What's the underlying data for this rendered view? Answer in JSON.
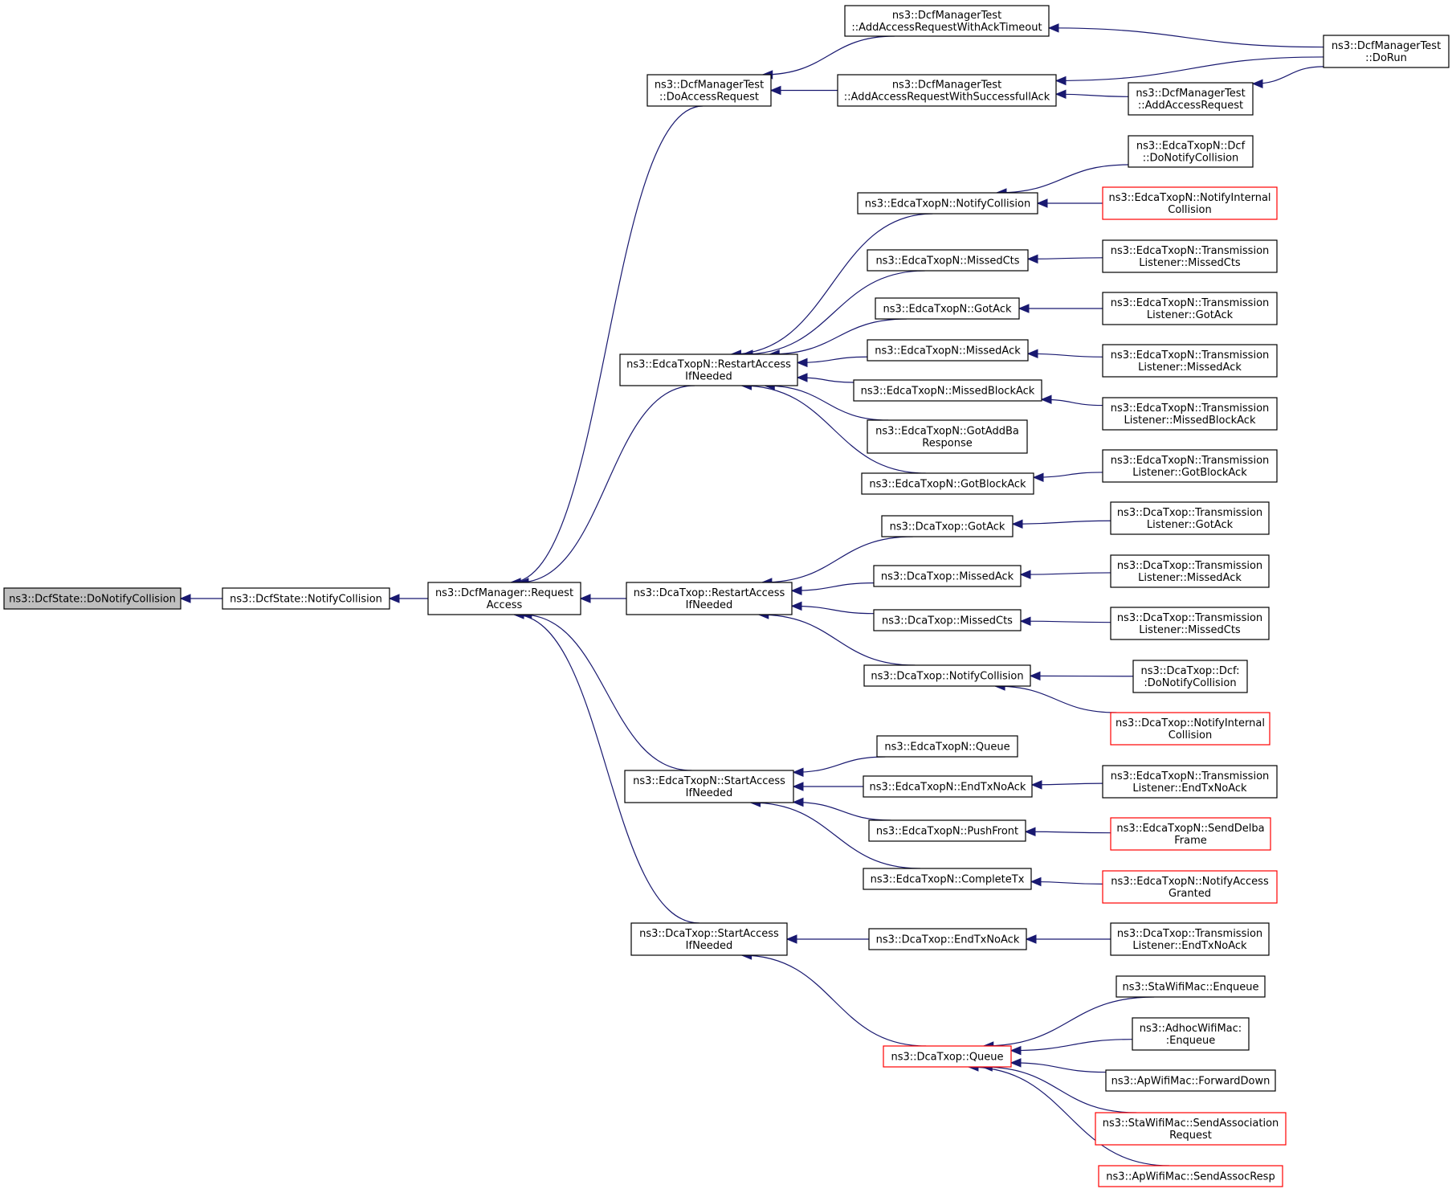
{
  "graph": {
    "nodes": [
      {
        "id": "root",
        "lines": [
          "ns3::DcfState::DoNotifyCollision"
        ],
        "style": "root"
      },
      {
        "id": "notifyCollision",
        "lines": [
          "ns3::DcfState::NotifyCollision"
        ],
        "style": "normal"
      },
      {
        "id": "requestAccess",
        "lines": [
          "ns3::DcfManager::Request",
          "Access"
        ],
        "style": "normal"
      },
      {
        "id": "doAccessRequest",
        "lines": [
          "ns3::DcfManagerTest",
          "::DoAccessRequest"
        ],
        "style": "normal"
      },
      {
        "id": "addAckTimeout",
        "lines": [
          "ns3::DcfManagerTest",
          "::AddAccessRequestWithAckTimeout"
        ],
        "style": "normal"
      },
      {
        "id": "addSuccessfullAck",
        "lines": [
          "ns3::DcfManagerTest",
          "::AddAccessRequestWithSuccessfullAck"
        ],
        "style": "normal"
      },
      {
        "id": "addAccessRequest",
        "lines": [
          "ns3::DcfManagerTest",
          "::AddAccessRequest"
        ],
        "style": "normal"
      },
      {
        "id": "doRun",
        "lines": [
          "ns3::DcfManagerTest",
          "::DoRun"
        ],
        "style": "normal"
      },
      {
        "id": "edcaRestart",
        "lines": [
          "ns3::EdcaTxopN::RestartAccess",
          "IfNeeded"
        ],
        "style": "normal"
      },
      {
        "id": "edcaNotifyCollision",
        "lines": [
          "ns3::EdcaTxopN::NotifyCollision"
        ],
        "style": "normal"
      },
      {
        "id": "edcaDcfDoNotify",
        "lines": [
          "ns3::EdcaTxopN::Dcf",
          "::DoNotifyCollision"
        ],
        "style": "normal"
      },
      {
        "id": "edcaNotifyInternal",
        "lines": [
          "ns3::EdcaTxopN::NotifyInternal",
          "Collision"
        ],
        "style": "red"
      },
      {
        "id": "edcaMissedCts",
        "lines": [
          "ns3::EdcaTxopN::MissedCts"
        ],
        "style": "normal"
      },
      {
        "id": "edcaTLMissedCts",
        "lines": [
          "ns3::EdcaTxopN::Transmission",
          "Listener::MissedCts"
        ],
        "style": "normal"
      },
      {
        "id": "edcaGotAck",
        "lines": [
          "ns3::EdcaTxopN::GotAck"
        ],
        "style": "normal"
      },
      {
        "id": "edcaTLGotAck",
        "lines": [
          "ns3::EdcaTxopN::Transmission",
          "Listener::GotAck"
        ],
        "style": "normal"
      },
      {
        "id": "edcaMissedAck",
        "lines": [
          "ns3::EdcaTxopN::MissedAck"
        ],
        "style": "normal"
      },
      {
        "id": "edcaTLMissedAck",
        "lines": [
          "ns3::EdcaTxopN::Transmission",
          "Listener::MissedAck"
        ],
        "style": "normal"
      },
      {
        "id": "edcaMissedBlockAck",
        "lines": [
          "ns3::EdcaTxopN::MissedBlockAck"
        ],
        "style": "normal"
      },
      {
        "id": "edcaTLMissedBlockAck",
        "lines": [
          "ns3::EdcaTxopN::Transmission",
          "Listener::MissedBlockAck"
        ],
        "style": "normal"
      },
      {
        "id": "edcaGotAddBa",
        "lines": [
          "ns3::EdcaTxopN::GotAddBa",
          "Response"
        ],
        "style": "normal"
      },
      {
        "id": "edcaGotBlockAck",
        "lines": [
          "ns3::EdcaTxopN::GotBlockAck"
        ],
        "style": "normal"
      },
      {
        "id": "edcaTLGotBlockAck",
        "lines": [
          "ns3::EdcaTxopN::Transmission",
          "Listener::GotBlockAck"
        ],
        "style": "normal"
      },
      {
        "id": "dcaRestart",
        "lines": [
          "ns3::DcaTxop::RestartAccess",
          "IfNeeded"
        ],
        "style": "normal"
      },
      {
        "id": "dcaGotAck",
        "lines": [
          "ns3::DcaTxop::GotAck"
        ],
        "style": "normal"
      },
      {
        "id": "dcaTLGotAck",
        "lines": [
          "ns3::DcaTxop::Transmission",
          "Listener::GotAck"
        ],
        "style": "normal"
      },
      {
        "id": "dcaMissedAck",
        "lines": [
          "ns3::DcaTxop::MissedAck"
        ],
        "style": "normal"
      },
      {
        "id": "dcaTLMissedAck",
        "lines": [
          "ns3::DcaTxop::Transmission",
          "Listener::MissedAck"
        ],
        "style": "normal"
      },
      {
        "id": "dcaMissedCts",
        "lines": [
          "ns3::DcaTxop::MissedCts"
        ],
        "style": "normal"
      },
      {
        "id": "dcaTLMissedCts",
        "lines": [
          "ns3::DcaTxop::Transmission",
          "Listener::MissedCts"
        ],
        "style": "normal"
      },
      {
        "id": "dcaNotifyCollision",
        "lines": [
          "ns3::DcaTxop::NotifyCollision"
        ],
        "style": "normal"
      },
      {
        "id": "dcaDcfDoNotify",
        "lines": [
          "ns3::DcaTxop::Dcf:",
          ":DoNotifyCollision"
        ],
        "style": "normal"
      },
      {
        "id": "dcaNotifyInternal",
        "lines": [
          "ns3::DcaTxop::NotifyInternal",
          "Collision"
        ],
        "style": "red"
      },
      {
        "id": "edcaStart",
        "lines": [
          "ns3::EdcaTxopN::StartAccess",
          "IfNeeded"
        ],
        "style": "normal"
      },
      {
        "id": "edcaQueue",
        "lines": [
          "ns3::EdcaTxopN::Queue"
        ],
        "style": "normal"
      },
      {
        "id": "edcaEndTxNoAck",
        "lines": [
          "ns3::EdcaTxopN::EndTxNoAck"
        ],
        "style": "normal"
      },
      {
        "id": "edcaTLEndTxNoAck",
        "lines": [
          "ns3::EdcaTxopN::Transmission",
          "Listener::EndTxNoAck"
        ],
        "style": "normal"
      },
      {
        "id": "edcaPushFront",
        "lines": [
          "ns3::EdcaTxopN::PushFront"
        ],
        "style": "normal"
      },
      {
        "id": "edcaSendDelba",
        "lines": [
          "ns3::EdcaTxopN::SendDelba",
          "Frame"
        ],
        "style": "red"
      },
      {
        "id": "edcaCompleteTx",
        "lines": [
          "ns3::EdcaTxopN::CompleteTx"
        ],
        "style": "normal"
      },
      {
        "id": "edcaNotifyAccess",
        "lines": [
          "ns3::EdcaTxopN::NotifyAccess",
          "Granted"
        ],
        "style": "red"
      },
      {
        "id": "dcaStart",
        "lines": [
          "ns3::DcaTxop::StartAccess",
          "IfNeeded"
        ],
        "style": "normal"
      },
      {
        "id": "dcaEndTxNoAck",
        "lines": [
          "ns3::DcaTxop::EndTxNoAck"
        ],
        "style": "normal"
      },
      {
        "id": "dcaTLEndTxNoAck",
        "lines": [
          "ns3::DcaTxop::Transmission",
          "Listener::EndTxNoAck"
        ],
        "style": "normal"
      },
      {
        "id": "dcaQueue",
        "lines": [
          "ns3::DcaTxop::Queue"
        ],
        "style": "red"
      },
      {
        "id": "staEnqueue",
        "lines": [
          "ns3::StaWifiMac::Enqueue"
        ],
        "style": "normal"
      },
      {
        "id": "adhocEnqueue",
        "lines": [
          "ns3::AdhocWifiMac:",
          ":Enqueue"
        ],
        "style": "normal"
      },
      {
        "id": "apForwardDown",
        "lines": [
          "ns3::ApWifiMac::ForwardDown"
        ],
        "style": "normal"
      },
      {
        "id": "staSendAssoc",
        "lines": [
          "ns3::StaWifiMac::SendAssociation",
          "Request"
        ],
        "style": "red"
      },
      {
        "id": "apSendAssocResp",
        "lines": [
          "ns3::ApWifiMac::SendAssocResp"
        ],
        "style": "red"
      }
    ],
    "edges": [
      {
        "from": "notifyCollision",
        "to": "root"
      },
      {
        "from": "requestAccess",
        "to": "notifyCollision"
      },
      {
        "from": "doAccessRequest",
        "to": "requestAccess"
      },
      {
        "from": "edcaRestart",
        "to": "requestAccess"
      },
      {
        "from": "dcaRestart",
        "to": "requestAccess"
      },
      {
        "from": "edcaStart",
        "to": "requestAccess"
      },
      {
        "from": "dcaStart",
        "to": "requestAccess"
      },
      {
        "from": "addAckTimeout",
        "to": "doAccessRequest"
      },
      {
        "from": "addSuccessfullAck",
        "to": "doAccessRequest"
      },
      {
        "from": "doRun",
        "to": "addAckTimeout"
      },
      {
        "from": "doRun",
        "to": "addSuccessfullAck"
      },
      {
        "from": "addAccessRequest",
        "to": "addSuccessfullAck"
      },
      {
        "from": "doRun",
        "to": "addAccessRequest"
      },
      {
        "from": "edcaNotifyCollision",
        "to": "edcaRestart"
      },
      {
        "from": "edcaMissedCts",
        "to": "edcaRestart"
      },
      {
        "from": "edcaGotAck",
        "to": "edcaRestart"
      },
      {
        "from": "edcaMissedAck",
        "to": "edcaRestart"
      },
      {
        "from": "edcaMissedBlockAck",
        "to": "edcaRestart"
      },
      {
        "from": "edcaGotAddBa",
        "to": "edcaRestart"
      },
      {
        "from": "edcaGotBlockAck",
        "to": "edcaRestart"
      },
      {
        "from": "edcaDcfDoNotify",
        "to": "edcaNotifyCollision"
      },
      {
        "from": "edcaNotifyInternal",
        "to": "edcaNotifyCollision"
      },
      {
        "from": "edcaTLMissedCts",
        "to": "edcaMissedCts"
      },
      {
        "from": "edcaTLGotAck",
        "to": "edcaGotAck"
      },
      {
        "from": "edcaTLMissedAck",
        "to": "edcaMissedAck"
      },
      {
        "from": "edcaTLMissedBlockAck",
        "to": "edcaMissedBlockAck"
      },
      {
        "from": "edcaTLGotBlockAck",
        "to": "edcaGotBlockAck"
      },
      {
        "from": "dcaGotAck",
        "to": "dcaRestart"
      },
      {
        "from": "dcaMissedAck",
        "to": "dcaRestart"
      },
      {
        "from": "dcaMissedCts",
        "to": "dcaRestart"
      },
      {
        "from": "dcaNotifyCollision",
        "to": "dcaRestart"
      },
      {
        "from": "dcaTLGotAck",
        "to": "dcaGotAck"
      },
      {
        "from": "dcaTLMissedAck",
        "to": "dcaMissedAck"
      },
      {
        "from": "dcaTLMissedCts",
        "to": "dcaMissedCts"
      },
      {
        "from": "dcaDcfDoNotify",
        "to": "dcaNotifyCollision"
      },
      {
        "from": "dcaNotifyInternal",
        "to": "dcaNotifyCollision"
      },
      {
        "from": "edcaQueue",
        "to": "edcaStart"
      },
      {
        "from": "edcaEndTxNoAck",
        "to": "edcaStart"
      },
      {
        "from": "edcaPushFront",
        "to": "edcaStart"
      },
      {
        "from": "edcaCompleteTx",
        "to": "edcaStart"
      },
      {
        "from": "edcaTLEndTxNoAck",
        "to": "edcaEndTxNoAck"
      },
      {
        "from": "edcaSendDelba",
        "to": "edcaPushFront"
      },
      {
        "from": "edcaNotifyAccess",
        "to": "edcaCompleteTx"
      },
      {
        "from": "dcaEndTxNoAck",
        "to": "dcaStart"
      },
      {
        "from": "dcaQueue",
        "to": "dcaStart"
      },
      {
        "from": "dcaTLEndTxNoAck",
        "to": "dcaEndTxNoAck"
      },
      {
        "from": "staEnqueue",
        "to": "dcaQueue"
      },
      {
        "from": "adhocEnqueue",
        "to": "dcaQueue"
      },
      {
        "from": "apForwardDown",
        "to": "dcaQueue"
      },
      {
        "from": "staSendAssoc",
        "to": "dcaQueue"
      },
      {
        "from": "apSendAssocResp",
        "to": "dcaQueue"
      }
    ]
  },
  "colors": {
    "edge": "#191970",
    "node_border": "#000000",
    "node_border_truncated": "#ff0000",
    "root_fill": "#bfbfbf",
    "node_fill": "#ffffff"
  }
}
